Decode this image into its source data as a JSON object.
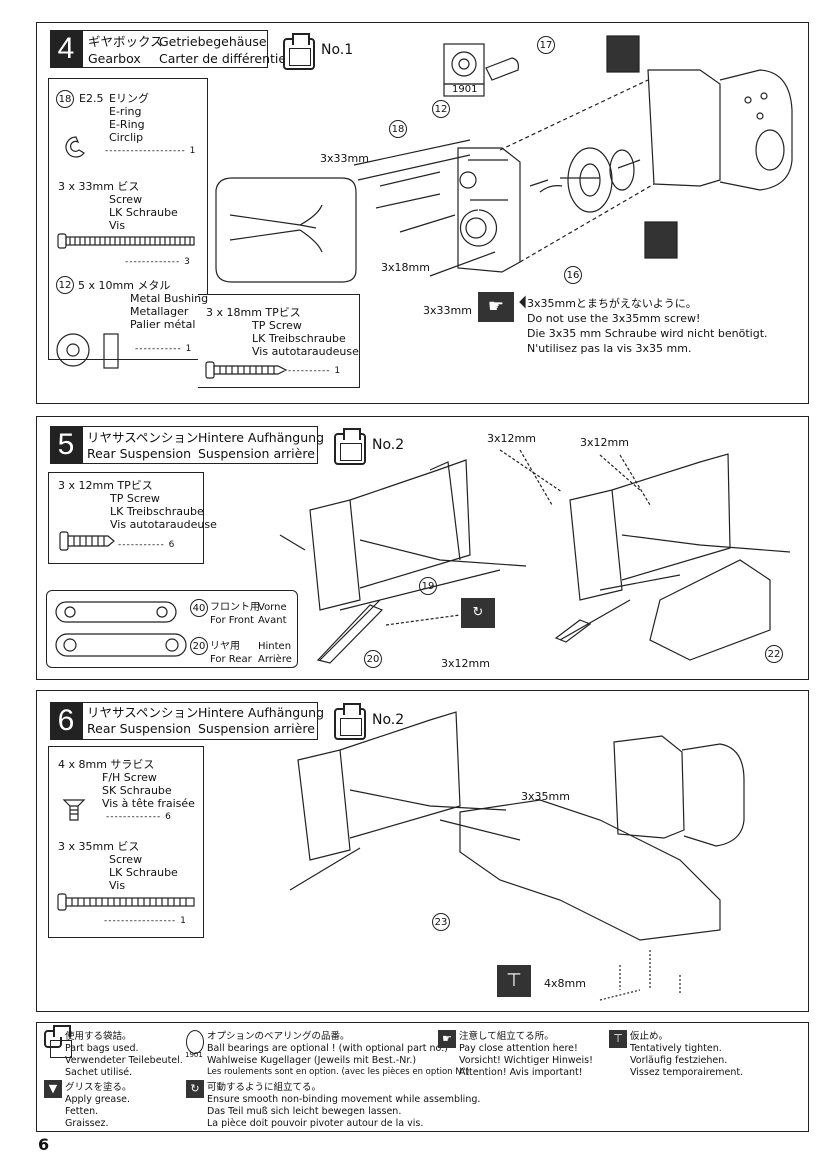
{
  "page_number": "6",
  "step4": {
    "num": "4",
    "title_jp": "ギヤボックス",
    "title_en": "Gearbox",
    "title_de": "Getriebegehäuse",
    "title_fr": "Carter de différentiel",
    "bag": "No.1",
    "bearing_code": "1901",
    "parts": {
      "eringNum": "18",
      "eringSize": "E2.5",
      "eringJp": "Eリング",
      "eringEn": "E-ring",
      "eringDe": "E-Ring",
      "eringFr": "Circlip",
      "eringQty": "1",
      "screw33": "3 x 33mm ビス",
      "screw33En": "Screw",
      "screw33De": "LK Schraube",
      "screw33Fr": "Vis",
      "screw33Qty": "3",
      "bushNum": "12",
      "bush": "5 x 10mm メタル",
      "bushEn": "Metal Bushing",
      "bushDe": "Metallager",
      "bushFr": "Palier métal",
      "bushQty": "1",
      "tp18": "3 x 18mm TPビス",
      "tp18En": "TP Screw",
      "tp18De": "LK Treibschraube",
      "tp18Fr": "Vis autotaraudeuse",
      "tp18Qty": "1"
    },
    "callouts": [
      "17",
      "12",
      "18",
      "16"
    ],
    "labels": [
      "3x33mm",
      "3x18mm",
      "3x33mm"
    ],
    "warn_jp": "3x35mmとまちがえないように。",
    "warn_en": "Do not use the 3x35mm screw!",
    "warn_de": "Die 3x35 mm Schraube wird nicht benötigt.",
    "warn_fr": "N'utilisez pas la vis 3x35 mm."
  },
  "step5": {
    "num": "5",
    "title_jp": "リヤサスペンション",
    "title_en": "Rear Suspension",
    "title_de": "Hintere Aufhängung",
    "title_fr": "Suspension arrière",
    "bag": "No.2",
    "parts": {
      "tp12": "3 x 12mm TPビス",
      "tp12En": "TP Screw",
      "tp12De": "LK Treibschraube",
      "tp12Fr": "Vis autotaraudeuse",
      "tp12Qty": "6",
      "frontNum": "40",
      "frontJp": "フロント用",
      "frontEn": "For Front",
      "frontDe": "Vorne",
      "frontFr": "Avant",
      "rearNum": "20",
      "rearJp": "リヤ用",
      "rearEn": "For Rear",
      "rearDe": "Hinten",
      "rearFr": "Arrière"
    },
    "labels": [
      "3x12mm",
      "3x12mm",
      "3x12mm"
    ],
    "callouts": [
      "19",
      "20",
      "22"
    ]
  },
  "step6": {
    "num": "6",
    "title_jp": "リヤサスペンション",
    "title_en": "Rear Suspension",
    "title_de": "Hintere Aufhängung",
    "title_fr": "Suspension arrière",
    "bag": "No.2",
    "parts": {
      "fh": "4 x 8mm サラビス",
      "fhEn": "F/H Screw",
      "fhDe": "SK Schraube",
      "fhFr": "Vis à tête fraisée",
      "fhQty": "6",
      "s35": "3 x 35mm ビス",
      "s35En": "Screw",
      "s35De": "LK Schraube",
      "s35Fr": "Vis",
      "s35Qty": "1"
    },
    "labels": [
      "3x35mm",
      "4x8mm"
    ],
    "callouts": [
      "23"
    ]
  },
  "legend": {
    "bags": [
      "使用する袋詰。",
      "Part bags used.",
      "Verwendeter Teilebeutel.",
      "Sachet utilisé."
    ],
    "bearings": [
      "オプションのベアリングの品番。",
      "Ball bearings are optional ! (with optional part no.)",
      "Wahlweise Kugellager (Jeweils mit Best.-Nr.)",
      "Les roulements sont en option. (avec les pièces en option N°)"
    ],
    "bearing_code": "1901",
    "attention": [
      "注意して組立てる所。",
      "Pay close attention here!",
      "Vorsicht!  Wichtiger Hinweis!",
      "Attention! Avis important!"
    ],
    "tighten": [
      "仮止め。",
      "Tentatively tighten.",
      "Vorläufig festziehen.",
      "Vissez temporairement."
    ],
    "grease": [
      "グリスを塗る。",
      "Apply grease.",
      "Fetten.",
      "Graissez."
    ],
    "smooth": [
      "可動するように組立てる。",
      "Ensure smooth non-binding movement while assembling.",
      "Das Teil muß sich leicht bewegen lassen.",
      "La pièce doit pouvoir pivoter autour de la vis."
    ]
  }
}
